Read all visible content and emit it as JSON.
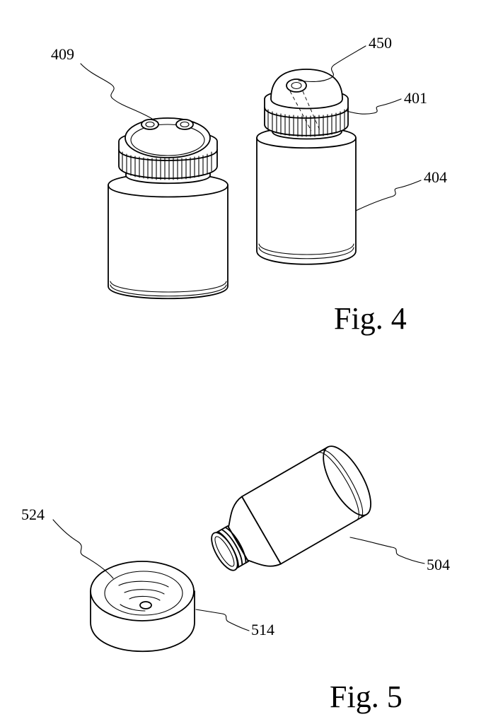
{
  "figures": [
    {
      "caption": "Fig. 4",
      "labels": {
        "left_cap": "409",
        "right_cap_port": "450",
        "right_cap": "401",
        "right_bottle": "404"
      }
    },
    {
      "caption": "Fig. 5",
      "labels": {
        "cap_interior": "524",
        "cap": "514",
        "bottle": "504"
      }
    }
  ],
  "colors": {
    "ink": "#000000",
    "paper": "#ffffff"
  }
}
